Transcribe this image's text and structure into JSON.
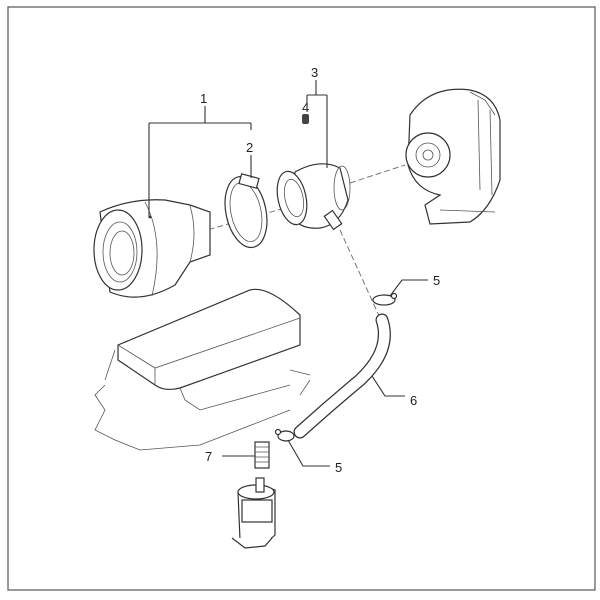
{
  "diagram": {
    "labels": {
      "air_cleaner": "1",
      "hose_clamp": "2",
      "intake_hose": "3",
      "screw": "4",
      "clamp_upper": "5",
      "breather_hose": "6",
      "fitting": "7",
      "clamp_lower": "5"
    }
  }
}
